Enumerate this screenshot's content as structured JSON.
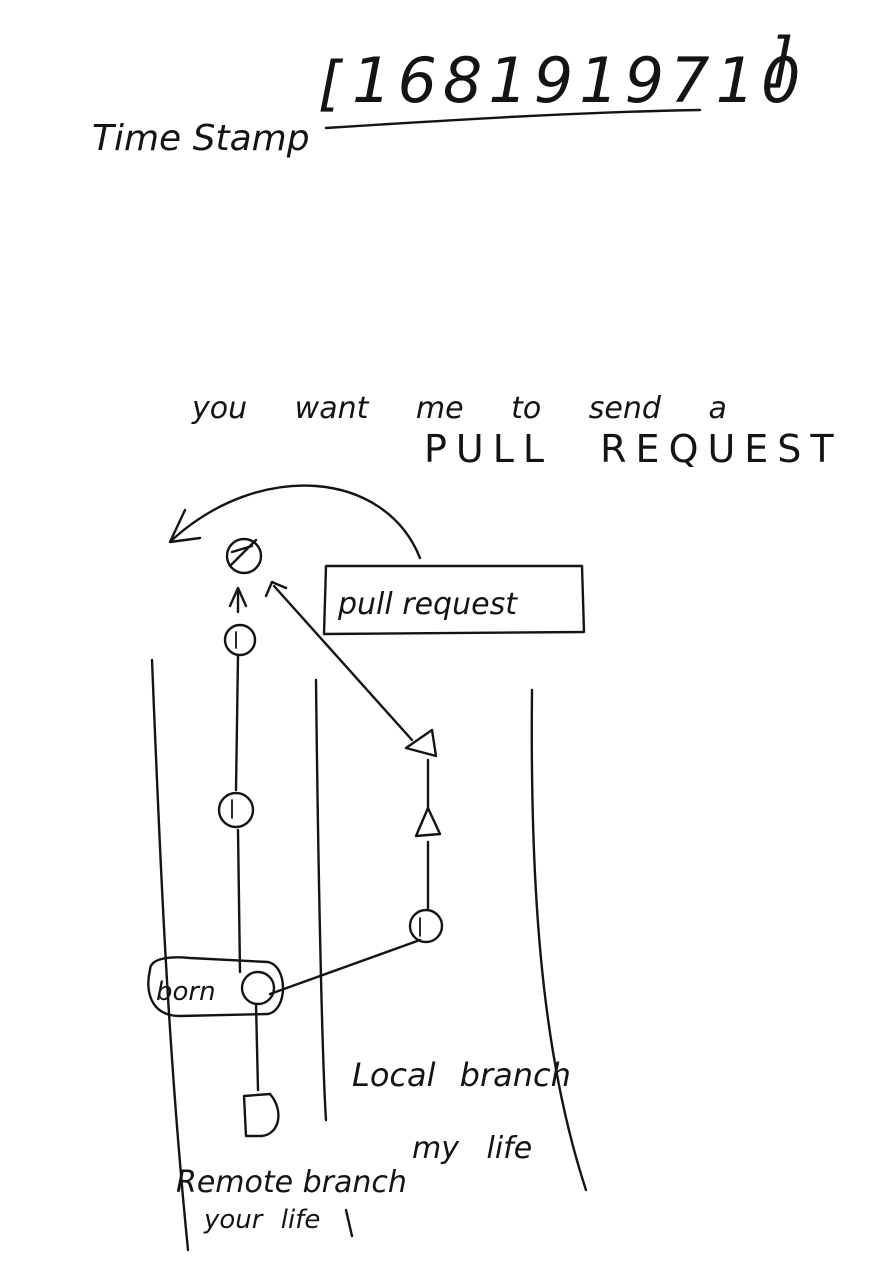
{
  "header": {
    "label": "Time Stamp",
    "bracket_open": "[",
    "value": "1681919710",
    "bracket_close": "]"
  },
  "question": {
    "line1": "you want me to send a",
    "line2": "PULL REQUEST"
  },
  "diagram": {
    "pull_request_label": "pull request",
    "born_label": "born",
    "remote_branch_label": "Remote branch",
    "remote_branch_sublabel": "your life",
    "local_branch_label": "Local branch",
    "local_branch_sublabel": "my life"
  },
  "colors": {
    "ink": "#141414",
    "paper": "#ffffff"
  }
}
